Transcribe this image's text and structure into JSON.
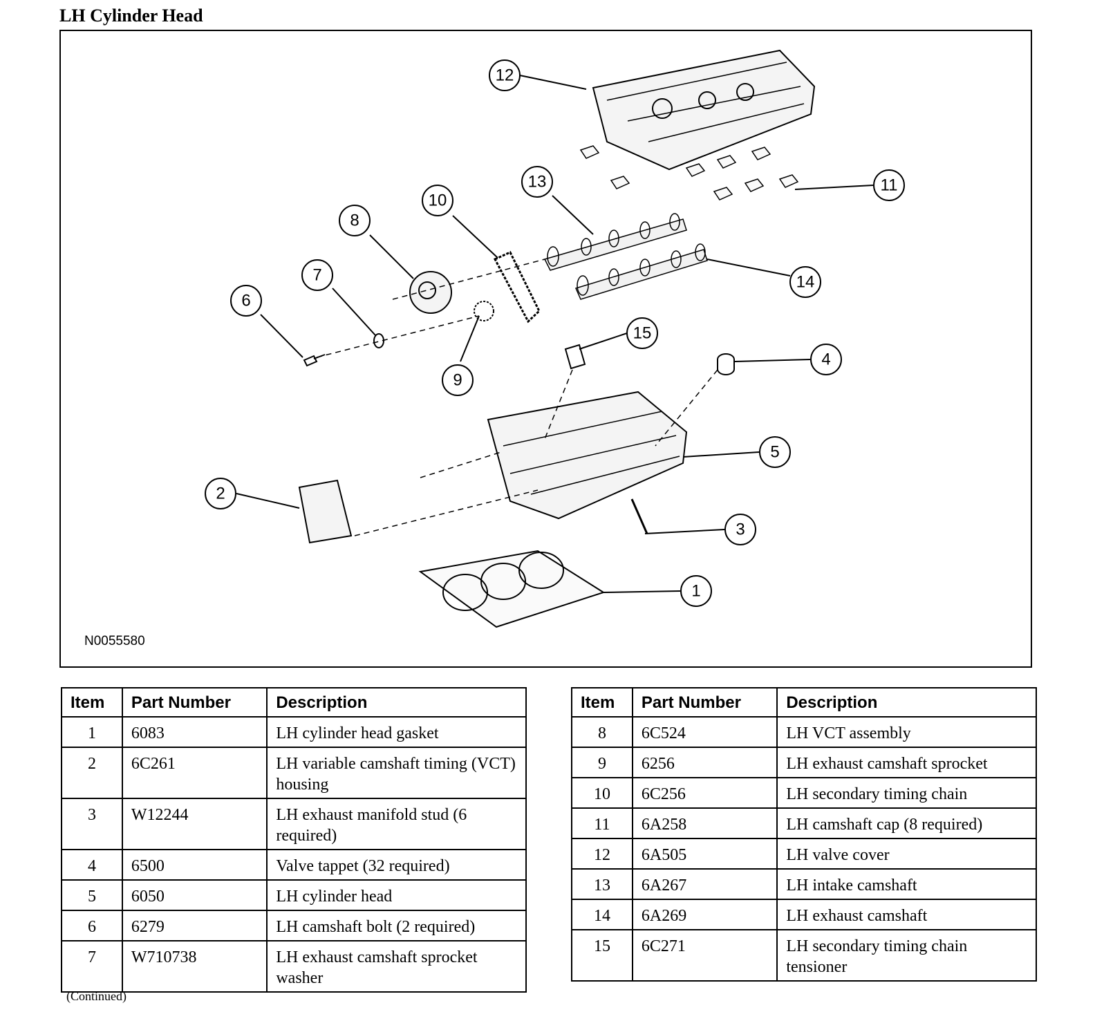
{
  "title": "LH Cylinder Head",
  "figure": {
    "id_label": "N0055580",
    "callouts": [
      "1",
      "2",
      "3",
      "4",
      "5",
      "6",
      "7",
      "8",
      "9",
      "10",
      "11",
      "12",
      "13",
      "14",
      "15"
    ]
  },
  "table_headers": {
    "item": "Item",
    "part_number": "Part Number",
    "description": "Description"
  },
  "left_table": [
    {
      "item": "1",
      "part": "6083",
      "desc": "LH cylinder head gasket"
    },
    {
      "item": "2",
      "part": "6C261",
      "desc": "LH variable camshaft timing (VCT) housing"
    },
    {
      "item": "3",
      "part": "W12244",
      "desc": "LH exhaust manifold stud (6 required)"
    },
    {
      "item": "4",
      "part": "6500",
      "desc": "Valve tappet (32 required)"
    },
    {
      "item": "5",
      "part": "6050",
      "desc": "LH cylinder head"
    },
    {
      "item": "6",
      "part": "6279",
      "desc": "LH camshaft bolt (2 required)"
    },
    {
      "item": "7",
      "part": "W710738",
      "desc": "LH exhaust camshaft sprocket washer"
    }
  ],
  "right_table": [
    {
      "item": "8",
      "part": "6C524",
      "desc": "LH VCT assembly"
    },
    {
      "item": "9",
      "part": "6256",
      "desc": "LH exhaust camshaft sprocket"
    },
    {
      "item": "10",
      "part": "6C256",
      "desc": "LH secondary timing chain"
    },
    {
      "item": "11",
      "part": "6A258",
      "desc": "LH camshaft cap (8 required)"
    },
    {
      "item": "12",
      "part": "6A505",
      "desc": "LH valve cover"
    },
    {
      "item": "13",
      "part": "6A267",
      "desc": "LH intake camshaft"
    },
    {
      "item": "14",
      "part": "6A269",
      "desc": "LH exhaust camshaft"
    },
    {
      "item": "15",
      "part": "6C271",
      "desc": "LH secondary timing chain tensioner"
    }
  ],
  "footer_note": "(Continued)"
}
